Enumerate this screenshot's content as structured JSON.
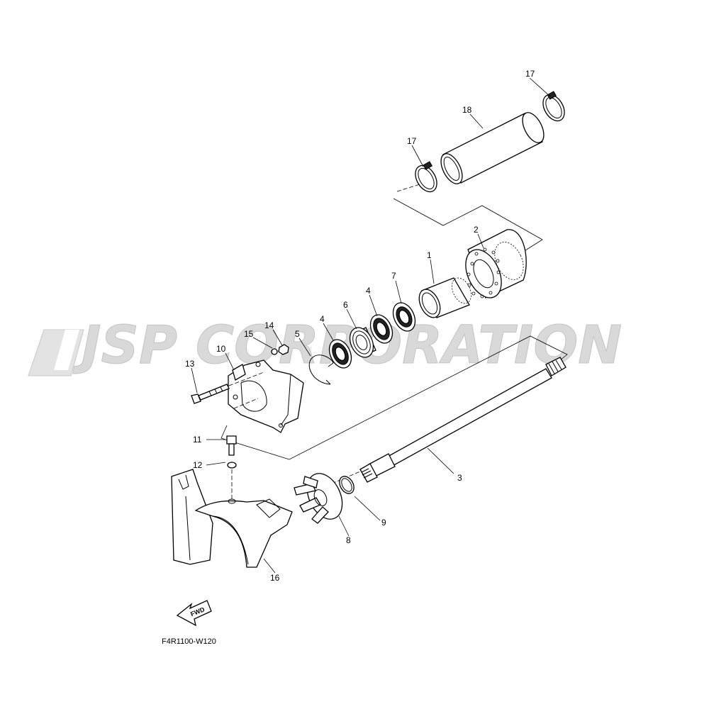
{
  "watermark": {
    "text": "JSP CORPORATION"
  },
  "diagram_code": "F4R1100-W120",
  "fwd_arrow_label": "FWD",
  "callouts": [
    {
      "id": "c1",
      "label": "1"
    },
    {
      "id": "c2",
      "label": "2"
    },
    {
      "id": "c3",
      "label": "3"
    },
    {
      "id": "c4a",
      "label": "4"
    },
    {
      "id": "c4b",
      "label": "4"
    },
    {
      "id": "c5",
      "label": "5"
    },
    {
      "id": "c6",
      "label": "6"
    },
    {
      "id": "c7",
      "label": "7"
    },
    {
      "id": "c8",
      "label": "8"
    },
    {
      "id": "c9",
      "label": "9"
    },
    {
      "id": "c10",
      "label": "10"
    },
    {
      "id": "c11",
      "label": "11"
    },
    {
      "id": "c12",
      "label": "12"
    },
    {
      "id": "c13",
      "label": "13"
    },
    {
      "id": "c14",
      "label": "14"
    },
    {
      "id": "c15",
      "label": "15"
    },
    {
      "id": "c16",
      "label": "16"
    },
    {
      "id": "c17a",
      "label": "17"
    },
    {
      "id": "c17b",
      "label": "17"
    },
    {
      "id": "c18",
      "label": "18"
    }
  ]
}
